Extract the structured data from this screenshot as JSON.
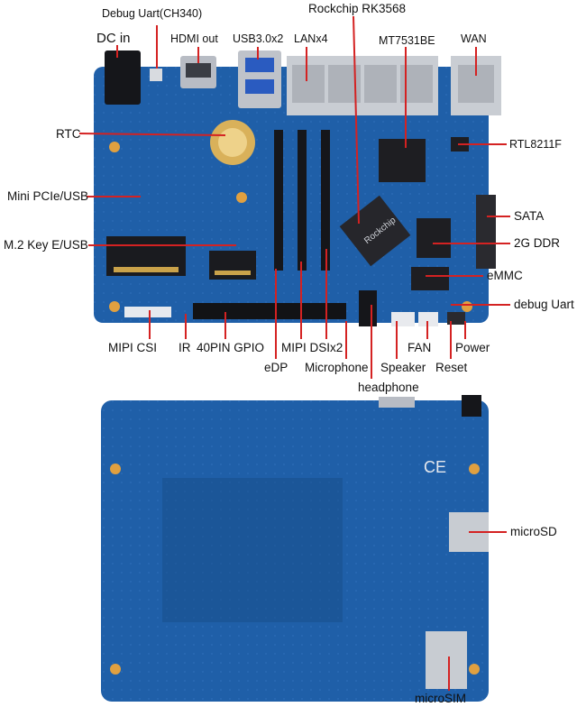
{
  "title": "",
  "callouts": {
    "debug_uart_ch340": "Debug Uart(CH340)",
    "rockchip": "Rockchip RK3568",
    "dc_in": "DC in",
    "hdmi_out": "HDMI out",
    "usb30": "USB3.0x2",
    "lan": "LANx4",
    "mt7531be": "MT7531BE",
    "wan": "WAN",
    "rtc": "RTC",
    "rtl8211f": "RTL8211F",
    "mini_pcie": "Mini PCIe/USB",
    "sata": "SATA",
    "m2_key": "M.2 Key E/USB",
    "ddr": "2G DDR",
    "emmc": "eMMC",
    "debug_uart": "debug Uart",
    "mipi_csi": "MIPI CSI",
    "ir": "IR",
    "gpio": "40PIN GPIO",
    "mipi_dsi": "MIPI DSIx2",
    "fan": "FAN",
    "power": "Power",
    "edp": "eDP",
    "microphone": "Microphone",
    "speaker": "Speaker",
    "reset": "Reset",
    "headphone": "headphone",
    "microsd": "microSD",
    "microsim": "microSIM"
  },
  "colors": {
    "board": "#1f5fa8",
    "board_dark": "#174b86",
    "silk": "#e6e9ee",
    "gold": "#c9a24a",
    "leader": "#d42222",
    "chip": "#1e1e22",
    "metal": "#c8ccd2"
  }
}
